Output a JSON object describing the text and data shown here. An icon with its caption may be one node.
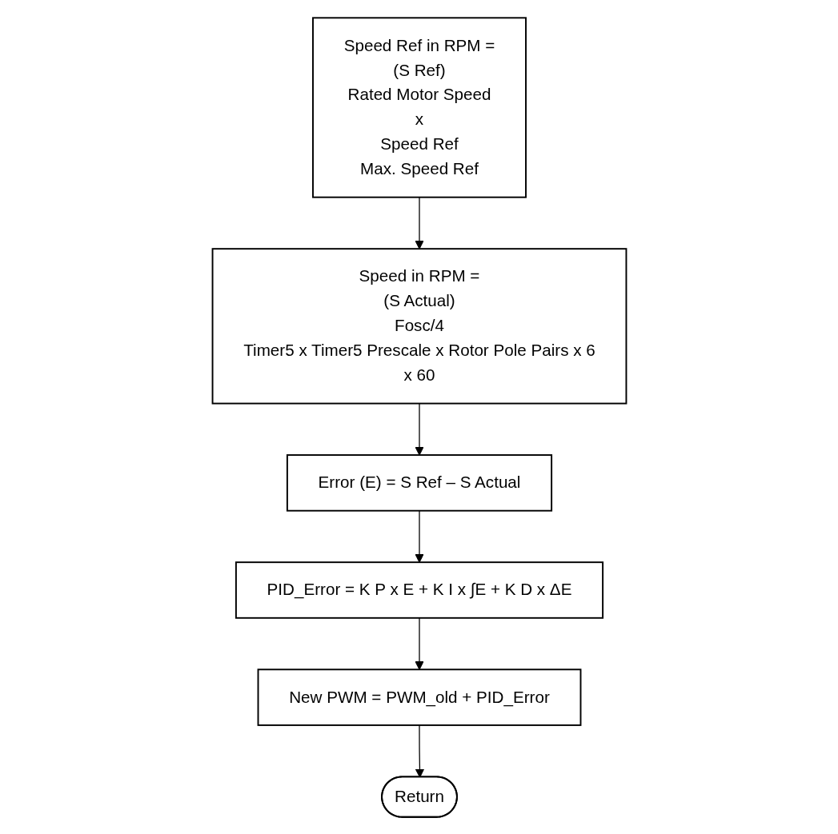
{
  "diagram": {
    "nodes": [
      {
        "text": [
          "Speed Ref in RPM =",
          "(S Ref)",
          "Rated Motor Speed",
          "x",
          "Speed Ref",
          "Max. Speed Ref"
        ]
      },
      {
        "text": [
          "Speed in RPM =",
          "(S Actual)",
          "Fosc/4",
          "Timer5 x Timer5 Prescale x Rotor Pole Pairs x 6",
          "x 60"
        ]
      },
      {
        "text": [
          "Error (E) = S Ref – S Actual"
        ]
      },
      {
        "text": [
          "PID_Error = K P x E + K I x ∫E + K D x ΔE"
        ]
      },
      {
        "text": [
          "New PWM = PWM_old + PID_Error"
        ]
      },
      {
        "text": [
          "Return"
        ]
      }
    ],
    "edges": [
      {
        "from": 0,
        "to": 1,
        "arrow": "to"
      },
      {
        "from": 1,
        "to": 2,
        "arrow": "to"
      },
      {
        "from": 2,
        "to": 3,
        "arrow": "to"
      },
      {
        "from": 3,
        "to": 4,
        "arrow": "to"
      },
      {
        "from": 4,
        "to": 5,
        "arrow": "to"
      }
    ]
  }
}
